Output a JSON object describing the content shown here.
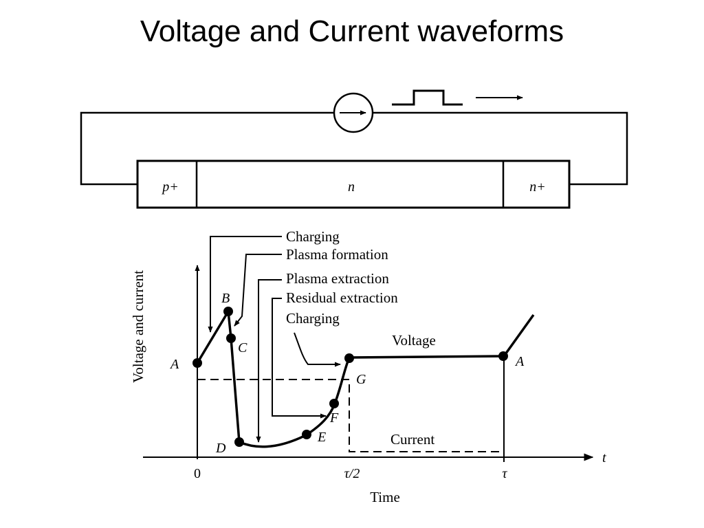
{
  "slide": {
    "title": "Voltage and Current waveforms"
  },
  "device": {
    "regions": [
      "p+",
      "n",
      "n+"
    ]
  },
  "annotations": {
    "charging_1": "Charging",
    "plasma_formation": "Plasma formation",
    "plasma_extraction": "Plasma extraction",
    "residual_extraction": "Residual extraction",
    "charging_2": "Charging"
  },
  "waveform": {
    "ylabel": "Voltage and current",
    "xlabel": "Time",
    "x_end_label": "t",
    "voltage_label": "Voltage",
    "current_label": "Current",
    "tick_0": "0",
    "tick_half": "τ/2",
    "tick_tau": "τ",
    "points": [
      "A",
      "B",
      "C",
      "D",
      "E",
      "F",
      "G",
      "A"
    ]
  }
}
